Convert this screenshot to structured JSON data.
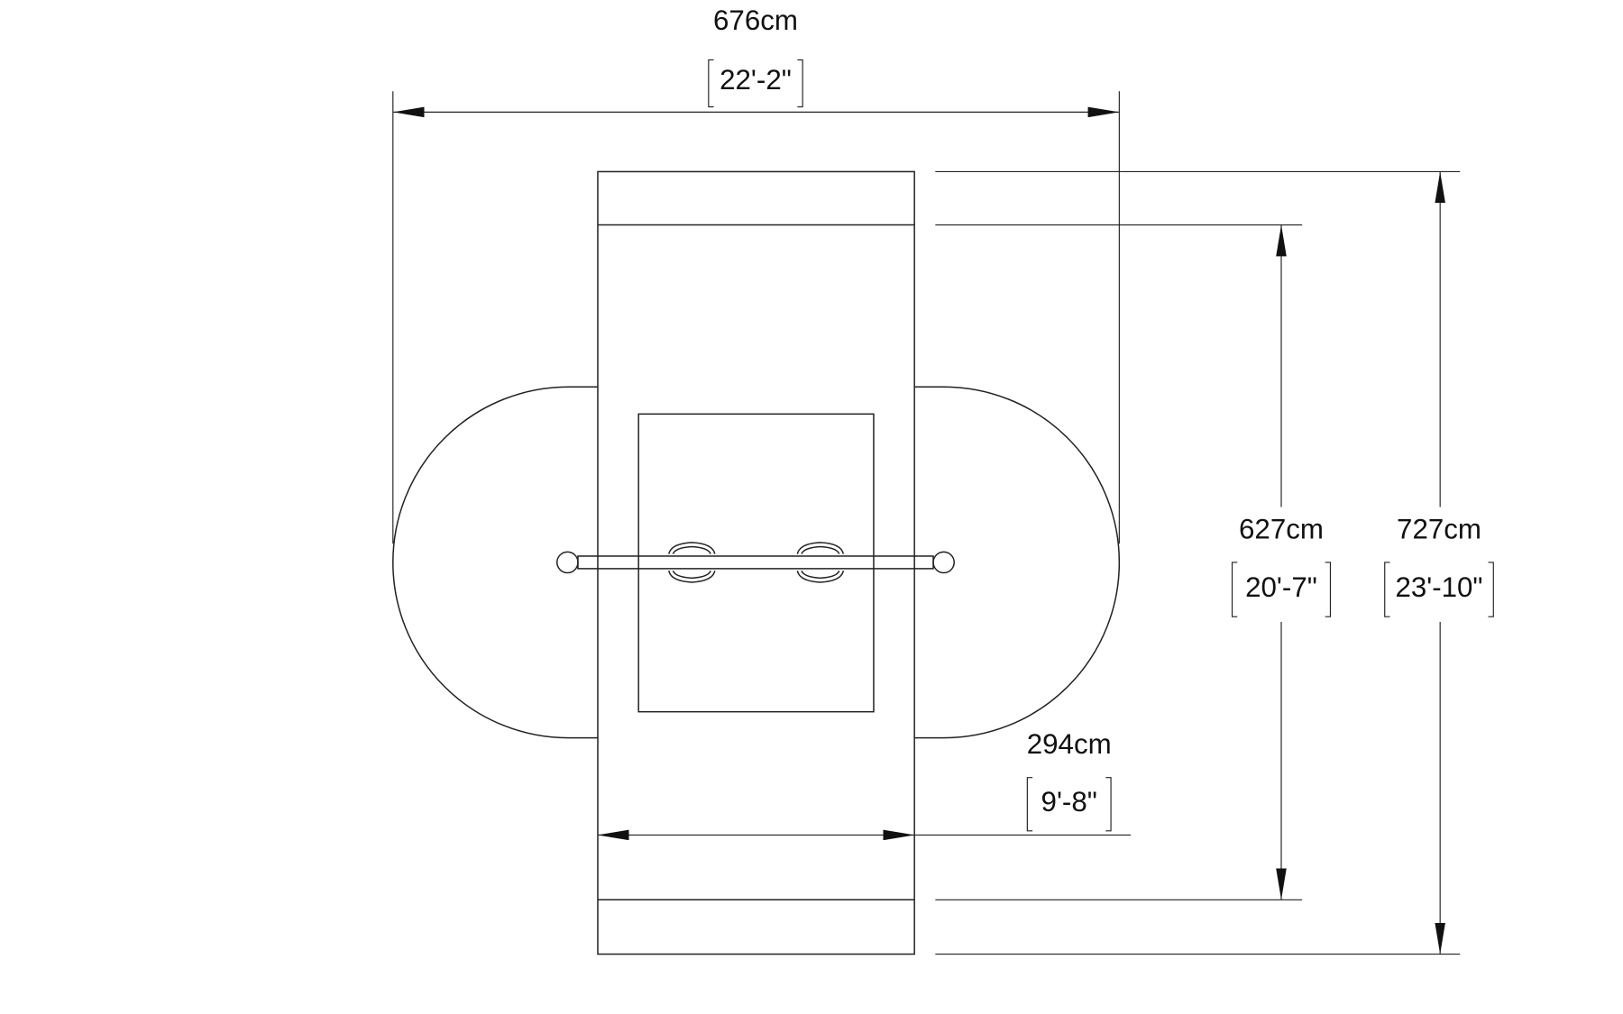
{
  "dimensions": {
    "overall_width": {
      "metric": "676cm",
      "imperial": "22'-2\""
    },
    "inner_length": {
      "metric": "627cm",
      "imperial": "20'-7\""
    },
    "overall_length": {
      "metric": "727cm",
      "imperial": "23'-10\""
    },
    "frame_width": {
      "metric": "294cm",
      "imperial": "9'-8\""
    }
  }
}
